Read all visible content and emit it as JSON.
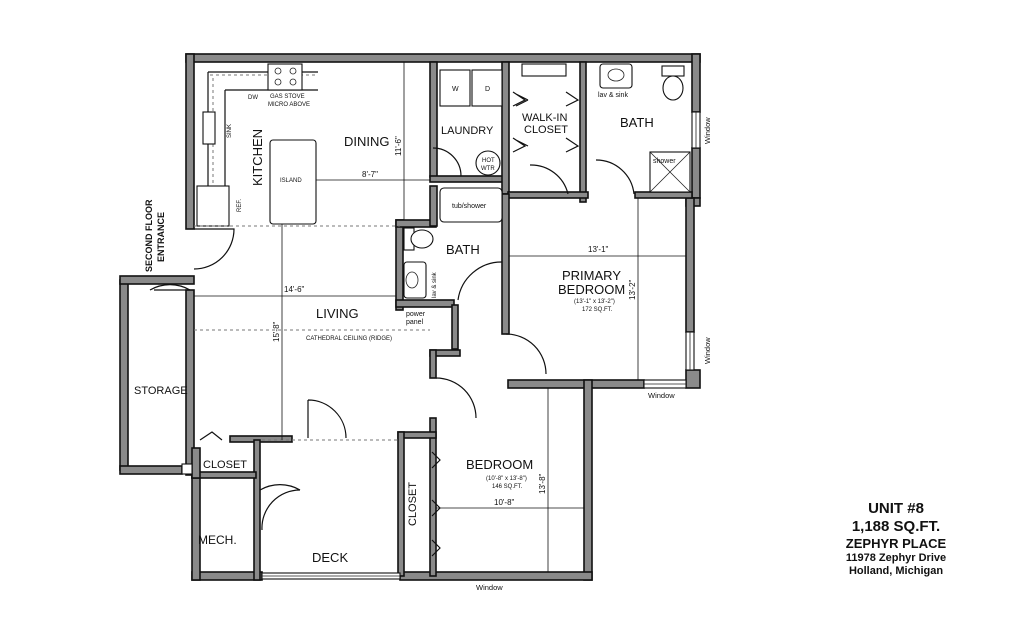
{
  "rooms": {
    "kitchen": "KITCHEN",
    "dining": "DINING",
    "laundry": "LAUNDRY",
    "walkin_line1": "WALK-IN",
    "walkin_line2": "CLOSET",
    "bath_primary": "BATH",
    "bath_hall": "BATH",
    "primary_line1": "PRIMARY",
    "primary_line2": "BEDROOM",
    "living": "LIVING",
    "storage": "STORAGE",
    "closet_small": "CLOSET",
    "mech": "MECH.",
    "deck": "DECK",
    "bedroom": "BEDROOM",
    "closet_bedroom": "CLOSET"
  },
  "fixtures": {
    "dw": "DW",
    "gas_stove": "GAS STOVE",
    "micro_above": "MICRO ABOVE",
    "sink": "SINK",
    "island": "ISLAND",
    "ref": "REF.",
    "washer": "W",
    "dryer": "D",
    "hot_wtr_1": "HOT",
    "hot_wtr_2": "WTR",
    "tub_shower": "tub/shower",
    "lav_sink_hall": "lav & sink",
    "lav_sink_primary": "lav & sink",
    "shower": "shower",
    "power_1": "power",
    "power_2": "panel"
  },
  "notes": {
    "cathedral": "CATHEDRAL CEILING (RIDGE)",
    "primary_size": "(13'-1\" x 13'-2\")",
    "primary_sqft": "172 SQ.FT.",
    "bedroom_size": "(10'-8\" x 13'-8\")",
    "bedroom_sqft": "146 SQ.FT.",
    "entrance_1": "SECOND FLOOR",
    "entrance_2": "ENTRANCE"
  },
  "dimensions": {
    "dining_width": "8'-7\"",
    "dining_depth": "11'-6\"",
    "living_width": "14'-6\"",
    "living_depth": "15'-8\"",
    "primary_width": "13'-1\"",
    "primary_depth": "13'-2\"",
    "bedroom_width": "10'-8\"",
    "bedroom_depth": "13'-8\""
  },
  "windows": {
    "w1": "Window",
    "w2": "Window",
    "w3": "Window",
    "w4": "Window"
  },
  "title_block": {
    "unit": "UNIT #8",
    "area": "1,188 SQ.FT.",
    "name": "ZEPHYR PLACE",
    "street": "11978 Zephyr Drive",
    "city": "Holland, Michigan"
  }
}
